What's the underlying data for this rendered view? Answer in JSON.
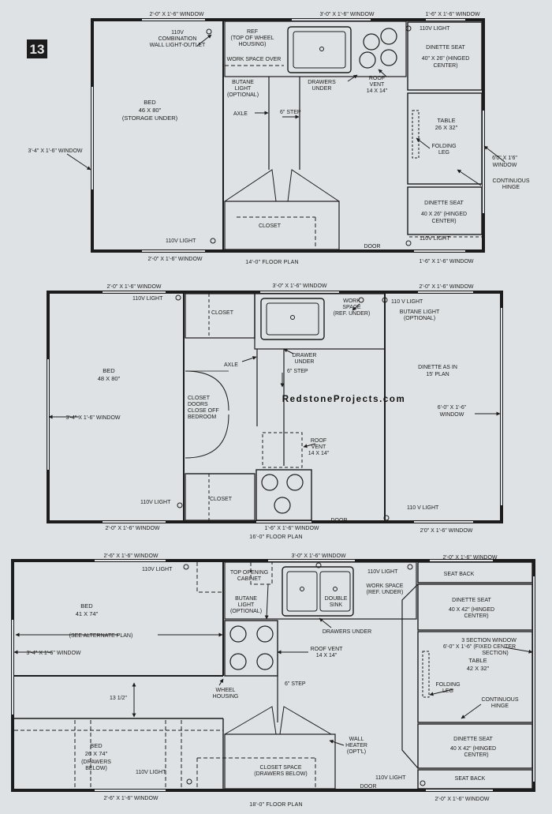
{
  "figure_number": "13",
  "watermark": "RedstoneProjects.com",
  "plan_a": {
    "caption": "14'-0\" FLOOR PLAN",
    "windows": {
      "top_left": "2'-0\" X 1'-6\" WINDOW",
      "top_mid": "3'-0\" X 1'-6\" WINDOW",
      "top_right": "1'-6\" X 1'-6\" WINDOW",
      "left": "3'-4\" X 1'-6\" WINDOW",
      "bottom_left": "2'-0\" X 1'-6\" WINDOW",
      "bottom_right": "1'-6\" X 1'-6\" WINDOW",
      "right": [
        "6'0\" X 1'6\"",
        "WINDOW"
      ]
    },
    "labels": {
      "combo": [
        "110V",
        "COMBINATION",
        "WALL LIGHT-OUTLET"
      ],
      "ref": [
        "REF",
        "(TOP OF WHEEL",
        "HOUSING)"
      ],
      "workspace": "WORK SPACE OVER",
      "light_top": "110V LIGHT",
      "dinette1": [
        "DINETTE SEAT",
        "40\" X 26\" (HINGED",
        "CENTER)"
      ],
      "bed": [
        "BED",
        "46 X 80\"",
        "(STORAGE UNDER)"
      ],
      "butane": [
        "BUTANE",
        "LIGHT",
        "(OPTIONAL)"
      ],
      "drawers": [
        "DRAWERS",
        "UNDER"
      ],
      "vent": [
        "ROOF",
        "VENT",
        "14 X 14\""
      ],
      "axle": "AXLE",
      "step": "6\" STEP",
      "table": [
        "TABLE",
        "26 X 32\""
      ],
      "leg": [
        "FOLDING",
        "LEG"
      ],
      "hinge": [
        "CONTINUOUS",
        "HINGE"
      ],
      "dinette2": [
        "DINETTE SEAT",
        "40 X 26\" (HINGED",
        "CENTER)"
      ],
      "closet": "CLOSET",
      "light_bl": "110V LIGHT",
      "light_br": "110V LIGHT",
      "door": "DOOR"
    }
  },
  "plan_b": {
    "caption": "16'-0\" FLOOR PLAN",
    "windows": {
      "top_left": "2'-0\" X 1'-6\" WINDOW",
      "top_mid": "3'-0\" X 1'-6\" WINDOW",
      "top_right": "2'-0\" X 1'-6\" WINDOW",
      "left": "3'-4\" X 1'-6\" WINDOW",
      "right": [
        "6'-0\" X 1'-6\"",
        "WINDOW"
      ],
      "bottom_left": "2'-0\" X 1'-6\" WINDOW",
      "bottom_mid": "1'-6\" X 1'-6\" WINDOW",
      "bottom_right": "2'0\" X 1'-6\" WINDOW"
    },
    "labels": {
      "light_tl": "110V LIGHT",
      "closet_top": "CLOSET",
      "workspace": [
        "WORK",
        "SPACE",
        "(REF. UNDER)"
      ],
      "light_tr": "110 V LIGHT",
      "butane": [
        "BUTANE LIGHT",
        "(OPTIONAL)"
      ],
      "bed": [
        "BED",
        "48 X 80\""
      ],
      "axle": "AXLE",
      "drawer": [
        "DRAWER",
        "UNDER"
      ],
      "dinette": [
        "DINETTE AS IN",
        "15' PLAN"
      ],
      "closet_doors": [
        "CLOSET",
        "DOORS",
        "CLOSE OFF",
        "BEDROOM"
      ],
      "step": "6\" STEP",
      "vent": [
        "ROOF",
        "VENT",
        "14 X 14\""
      ],
      "light_bl": "110V LIGHT",
      "closet_bottom": "CLOSET",
      "light_br": "110 V LIGHT",
      "door": "DOOR"
    }
  },
  "plan_c": {
    "caption": "18'-0\" FLOOR PLAN",
    "windows": {
      "top_left": "2'-6\" X 1'-6\" WINDOW",
      "top_mid": "3'-0\" X 1'-6\" WINDOW",
      "top_right": "2'-0\" X 1'-6\" WINDOW",
      "left": "3'-4\" X 1'-6\" WINDOW",
      "right": [
        "3 SECTION WINDOW",
        "6'-0\" X 1'-6\" (FIXED CENTER",
        "SECTION)"
      ],
      "bottom_left": "2'-6\" X 1'-6\" WINDOW",
      "bottom_right": "2'-0\" X 1'-6\" WINDOW"
    },
    "labels": {
      "light_tl": "110V LIGHT",
      "cabinet": [
        "TOP OPENING",
        "CABINET"
      ],
      "light_tr": "110V LIGHT",
      "seat_back_top": "SEAT BACK",
      "bed": [
        "BED",
        "41 X 74\""
      ],
      "butane": [
        "BUTANE",
        "LIGHT",
        "(OPTIONAL)"
      ],
      "sink": [
        "DOUBLE",
        "SINK"
      ],
      "workspace": [
        "WORK SPACE",
        "(REF. UNDER)"
      ],
      "dinette1": [
        "DINETTE SEAT",
        "40 X 42\" (HINGED",
        "CENTER)"
      ],
      "alt": "(SEE ALTERNATE PLAN)",
      "drawers": "DRAWERS UNDER",
      "vent": [
        "ROOF VENT",
        "14 X 14\""
      ],
      "table": [
        "TABLE",
        "42 X 32\""
      ],
      "dim": "13 1/2\"",
      "wheel": [
        "WHEEL",
        "HOUSING"
      ],
      "step": "6\" STEP",
      "leg": [
        "FOLDING",
        "LEG"
      ],
      "hinge": [
        "CONTINUOUS",
        "HINGE"
      ],
      "bed2": [
        "BED",
        "26 X 74\"",
        "(DRAWERS",
        "BELOW)"
      ],
      "heater": [
        "WALL",
        "HEATER",
        "(OPT'L)"
      ],
      "dinette2": [
        "DINETTE SEAT",
        "40 X 42\" (HINGED",
        "CENTER)"
      ],
      "light_bl": "110V LIGHT",
      "closet": [
        "CLOSET SPACE",
        "(DRAWERS BELOW)"
      ],
      "light_br": "110V LIGHT",
      "door": "DOOR",
      "seat_back_bottom": "SEAT BACK"
    }
  }
}
